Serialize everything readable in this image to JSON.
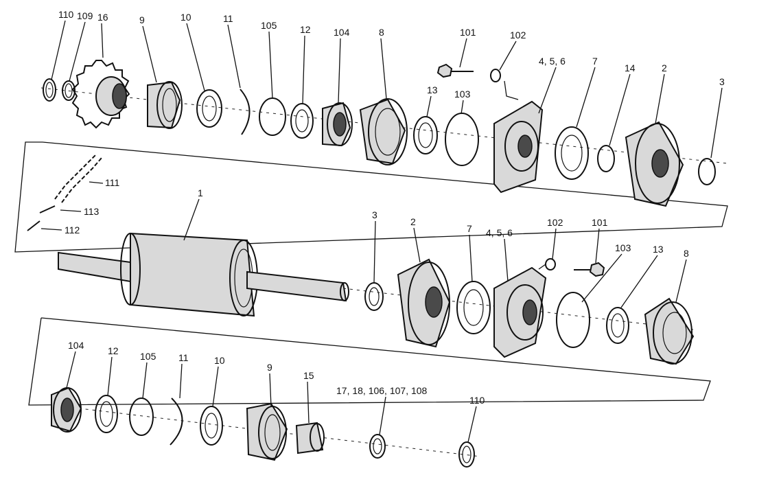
{
  "figure": {
    "type": "exploded-parts-diagram",
    "labels": [
      {
        "id": "row1-110",
        "text": "110"
      },
      {
        "id": "row1-109",
        "text": "109"
      },
      {
        "id": "row1-16",
        "text": "16"
      },
      {
        "id": "row1-9",
        "text": "9"
      },
      {
        "id": "row1-10",
        "text": "10"
      },
      {
        "id": "row1-11",
        "text": "11"
      },
      {
        "id": "row1-105",
        "text": "105"
      },
      {
        "id": "row1-12",
        "text": "12"
      },
      {
        "id": "row1-104",
        "text": "104"
      },
      {
        "id": "row1-8",
        "text": "8"
      },
      {
        "id": "row1-101",
        "text": "101"
      },
      {
        "id": "row1-102",
        "text": "102"
      },
      {
        "id": "row1-13",
        "text": "13"
      },
      {
        "id": "row1-103",
        "text": "103"
      },
      {
        "id": "row1-456",
        "text": "4, 5, 6"
      },
      {
        "id": "row1-7",
        "text": "7"
      },
      {
        "id": "row1-14",
        "text": "14"
      },
      {
        "id": "row1-2",
        "text": "2"
      },
      {
        "id": "row1-3",
        "text": "3"
      },
      {
        "id": "chain-111",
        "text": "111"
      },
      {
        "id": "chain-113",
        "text": "113"
      },
      {
        "id": "chain-112",
        "text": "112"
      },
      {
        "id": "mid-1",
        "text": "1"
      },
      {
        "id": "mid-3",
        "text": "3"
      },
      {
        "id": "mid-2",
        "text": "2"
      },
      {
        "id": "mid-7",
        "text": "7"
      },
      {
        "id": "mid-456",
        "text": "4, 5, 6"
      },
      {
        "id": "mid-102",
        "text": "102"
      },
      {
        "id": "mid-101",
        "text": "101"
      },
      {
        "id": "mid-103",
        "text": "103"
      },
      {
        "id": "mid-13",
        "text": "13"
      },
      {
        "id": "mid-8",
        "text": "8"
      },
      {
        "id": "row3-104",
        "text": "104"
      },
      {
        "id": "row3-12",
        "text": "12"
      },
      {
        "id": "row3-105",
        "text": "105"
      },
      {
        "id": "row3-11",
        "text": "11"
      },
      {
        "id": "row3-10",
        "text": "10"
      },
      {
        "id": "row3-9",
        "text": "9"
      },
      {
        "id": "row3-15",
        "text": "15"
      },
      {
        "id": "row3-group",
        "text": "17, 18, 106, 107, 108"
      },
      {
        "id": "row3-110",
        "text": "110"
      }
    ]
  }
}
